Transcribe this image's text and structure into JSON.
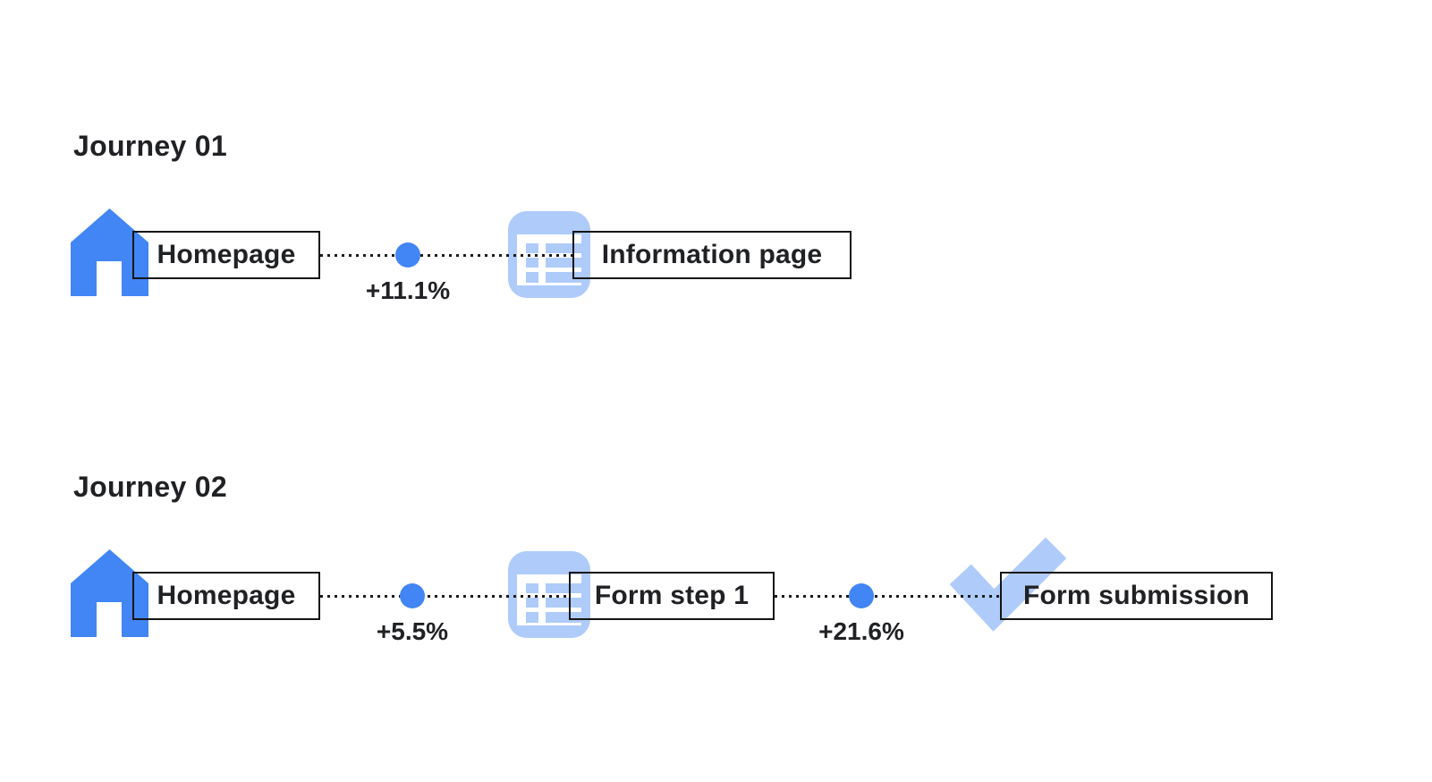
{
  "colors": {
    "accent_blue": "#4285F4",
    "light_blue": "#AECBFA",
    "ink": "#202124"
  },
  "journeys": [
    {
      "title": "Journey 01",
      "nodes": [
        {
          "icon": "home-icon",
          "label": "Homepage"
        },
        {
          "icon": "information-page-icon",
          "label": "Information page"
        }
      ],
      "transitions": [
        {
          "delta": "+11.1%"
        }
      ]
    },
    {
      "title": "Journey 02",
      "nodes": [
        {
          "icon": "home-icon",
          "label": "Homepage"
        },
        {
          "icon": "form-step-icon",
          "label": "Form step 1"
        },
        {
          "icon": "form-submission-check-icon",
          "label": "Form submission"
        }
      ],
      "transitions": [
        {
          "delta": "+5.5%"
        },
        {
          "delta": "+21.6%"
        }
      ]
    }
  ]
}
